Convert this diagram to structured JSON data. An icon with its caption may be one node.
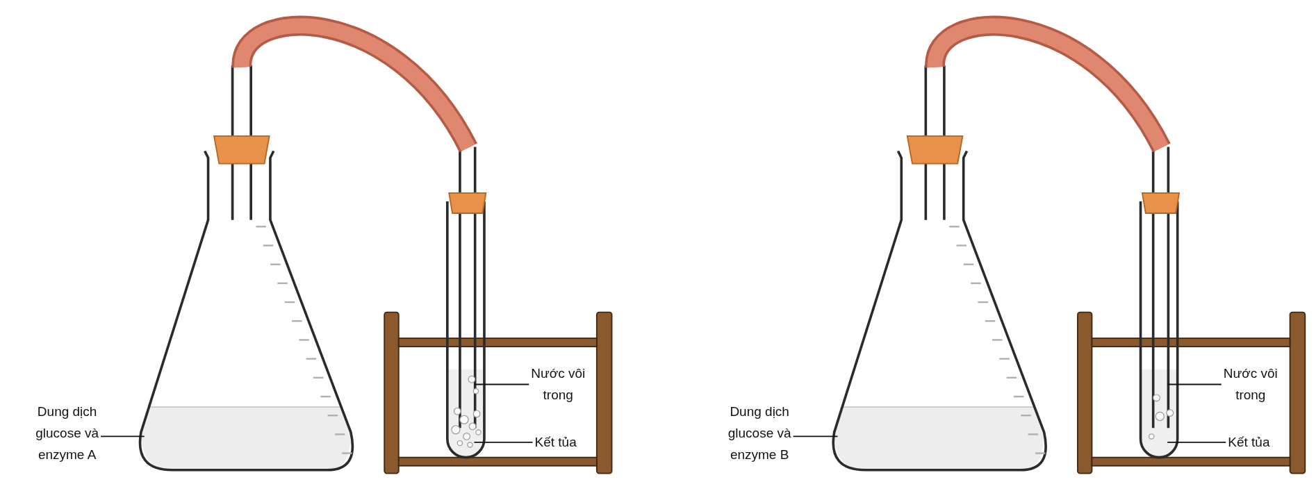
{
  "diagram": {
    "nodes": [
      {
        "text": [
          "Dung dịch glucose và enzyme A"
        ]
      },
      {
        "text": [
          "Nước vôi trong"
        ]
      },
      {
        "text": [
          "Kết tủa"
        ]
      },
      {
        "text": [
          "Dung dịch glucose và enzyme B"
        ]
      },
      {
        "text": [
          "Nước vôi trong"
        ]
      },
      {
        "text": [
          "Kết tủa"
        ]
      }
    ],
    "edges": [
      {
        "from": 0,
        "to": null,
        "arrow": "none"
      },
      {
        "from": 1,
        "to": null,
        "arrow": "none"
      },
      {
        "from": 2,
        "to": null,
        "arrow": "none"
      },
      {
        "from": 3,
        "to": null,
        "arrow": "none"
      },
      {
        "from": 4,
        "to": null,
        "arrow": "none"
      },
      {
        "from": 5,
        "to": null,
        "arrow": "none"
      }
    ]
  }
}
